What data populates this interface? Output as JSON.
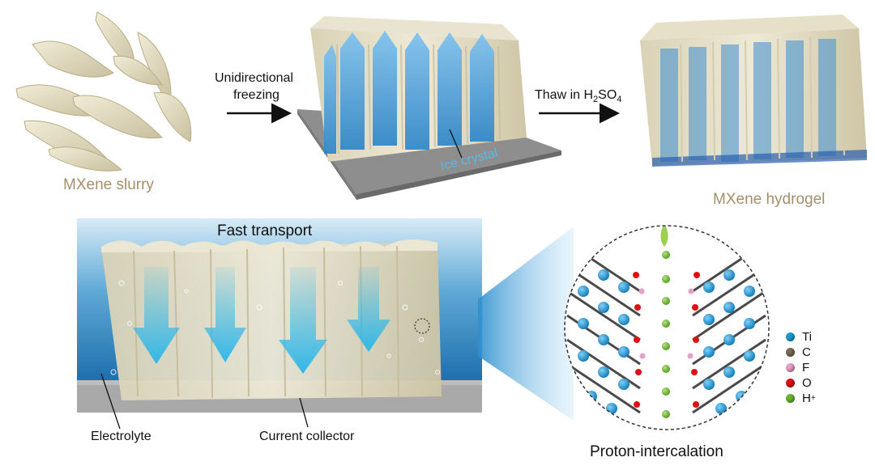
{
  "labels": {
    "slurry": "MXene slurry",
    "freezing_line1": "Unidirectional",
    "freezing_line2": "freezing",
    "ice": "Ice crystal",
    "thaw": "Thaw in H",
    "thaw_sub2": "2",
    "thaw_so": "SO",
    "thaw_sub4": "4",
    "hydrogel": "MXene hydrogel",
    "fast_transport": "Fast transport",
    "electrolyte": "Electrolyte",
    "current_collector": "Current collector",
    "proton": "Proton-intercalation"
  },
  "legend": [
    {
      "symbol": "Ti",
      "color": "#1e9ad6"
    },
    {
      "symbol": "C",
      "color": "#7a6a55"
    },
    {
      "symbol": "F",
      "color": "#e8a0c8"
    },
    {
      "symbol": "O",
      "color": "#e01010"
    },
    {
      "symbol": "H",
      "sup": "+",
      "color": "#6ab82e"
    }
  ],
  "colors": {
    "mxene": "#e3dcc0",
    "ice": "#4aa3e0",
    "arrow": "#29b6ea",
    "tan_text": "#a48f6a",
    "ice_text": "#5cb8e6"
  }
}
